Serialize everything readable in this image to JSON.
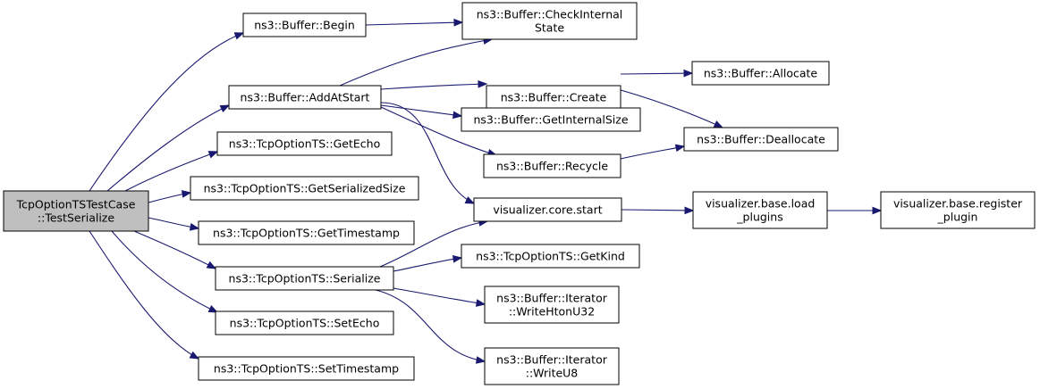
{
  "nodes": {
    "root": [
      "TcpOptionTSTestCase",
      "::TestSerialize"
    ],
    "begin": [
      "ns3::Buffer::Begin"
    ],
    "check_internal_state": [
      "ns3::Buffer::CheckInternal",
      "State"
    ],
    "add_at_start": [
      "ns3::Buffer::AddAtStart"
    ],
    "create": [
      "ns3::Buffer::Create"
    ],
    "allocate": [
      "ns3::Buffer::Allocate"
    ],
    "get_internal_size": [
      "ns3::Buffer::GetInternalSize"
    ],
    "deallocate": [
      "ns3::Buffer::Deallocate"
    ],
    "get_echo": [
      "ns3::TcpOptionTS::GetEcho"
    ],
    "recycle": [
      "ns3::Buffer::Recycle"
    ],
    "get_serialized_size": [
      "ns3::TcpOptionTS::GetSerializedSize"
    ],
    "core_start": [
      "visualizer.core.start"
    ],
    "load_plugins": [
      "visualizer.base.load",
      "_plugins"
    ],
    "register_plugin": [
      "visualizer.base.register",
      "_plugin"
    ],
    "get_timestamp": [
      "ns3::TcpOptionTS::GetTimestamp"
    ],
    "get_kind": [
      "ns3::TcpOptionTS::GetKind"
    ],
    "serialize": [
      "ns3::TcpOptionTS::Serialize"
    ],
    "write_hton_u32": [
      "ns3::Buffer::Iterator",
      "::WriteHtonU32"
    ],
    "set_echo": [
      "ns3::TcpOptionTS::SetEcho"
    ],
    "write_u8": [
      "ns3::Buffer::Iterator",
      "::WriteU8"
    ],
    "set_timestamp": [
      "ns3::TcpOptionTS::SetTimestamp"
    ]
  },
  "edges": [
    [
      "root",
      "begin"
    ],
    [
      "root",
      "add_at_start"
    ],
    [
      "root",
      "get_echo"
    ],
    [
      "root",
      "get_serialized_size"
    ],
    [
      "root",
      "get_timestamp"
    ],
    [
      "root",
      "serialize"
    ],
    [
      "root",
      "set_echo"
    ],
    [
      "root",
      "set_timestamp"
    ],
    [
      "begin",
      "check_internal_state"
    ],
    [
      "add_at_start",
      "check_internal_state"
    ],
    [
      "add_at_start",
      "create"
    ],
    [
      "add_at_start",
      "get_internal_size"
    ],
    [
      "add_at_start",
      "recycle"
    ],
    [
      "add_at_start",
      "core_start"
    ],
    [
      "create",
      "allocate"
    ],
    [
      "create",
      "deallocate"
    ],
    [
      "recycle",
      "deallocate"
    ],
    [
      "core_start",
      "load_plugins"
    ],
    [
      "load_plugins",
      "register_plugin"
    ],
    [
      "serialize",
      "core_start"
    ],
    [
      "serialize",
      "get_kind"
    ],
    [
      "serialize",
      "write_hton_u32"
    ],
    [
      "serialize",
      "write_u8"
    ]
  ],
  "colors": {
    "edge": "#191970",
    "root_fill": "#bfbfbf",
    "node_fill": "#ffffff",
    "border": "#000000"
  }
}
